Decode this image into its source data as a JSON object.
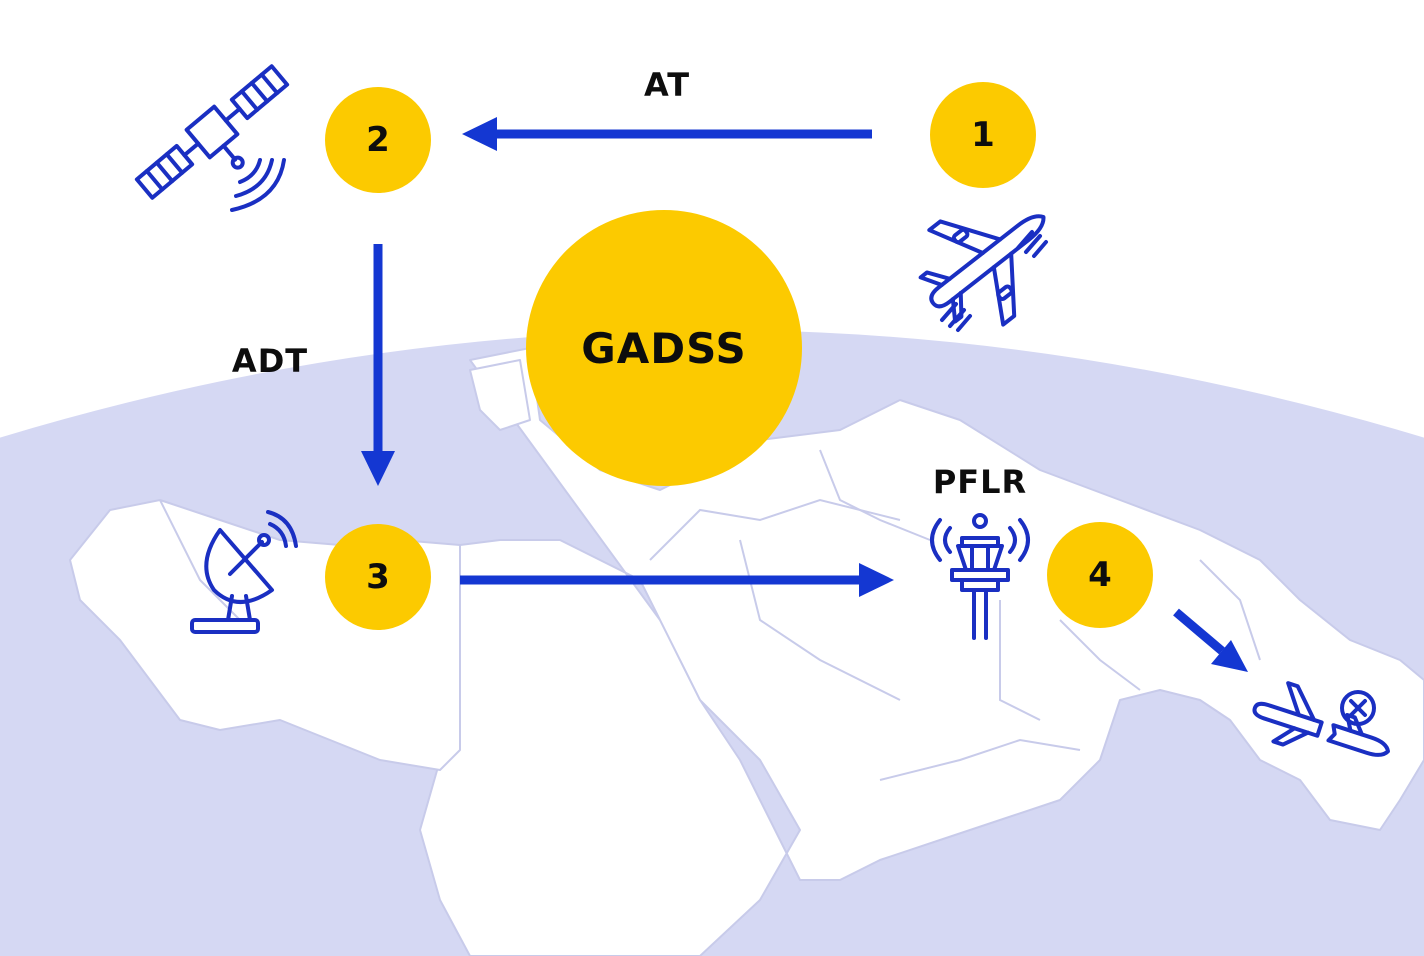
{
  "colors": {
    "globe": "#d5d8f3",
    "land": "#ffffff",
    "border": "#c8cbea",
    "yellow": "#fcca00",
    "arrow": "#1437d2",
    "icon": "#1a2fc2",
    "text": "#0d0d0d"
  },
  "center": {
    "label": "GADSS"
  },
  "nodes": [
    {
      "id": "1",
      "label": "1"
    },
    {
      "id": "2",
      "label": "2"
    },
    {
      "id": "3",
      "label": "3"
    },
    {
      "id": "4",
      "label": "4"
    }
  ],
  "edges": [
    {
      "from": "1",
      "to": "2",
      "label": "AT"
    },
    {
      "from": "2",
      "to": "3",
      "label": "ADT"
    },
    {
      "from": "3",
      "to": "4",
      "label": "PFLR"
    },
    {
      "from": "4",
      "to": "crash",
      "label": ""
    }
  ],
  "icons": {
    "satellite": "satellite-icon",
    "airplane": "airplane-icon",
    "dish": "satellite-dish-icon",
    "tower": "control-tower-icon",
    "crash": "crashed-airplane-icon"
  }
}
